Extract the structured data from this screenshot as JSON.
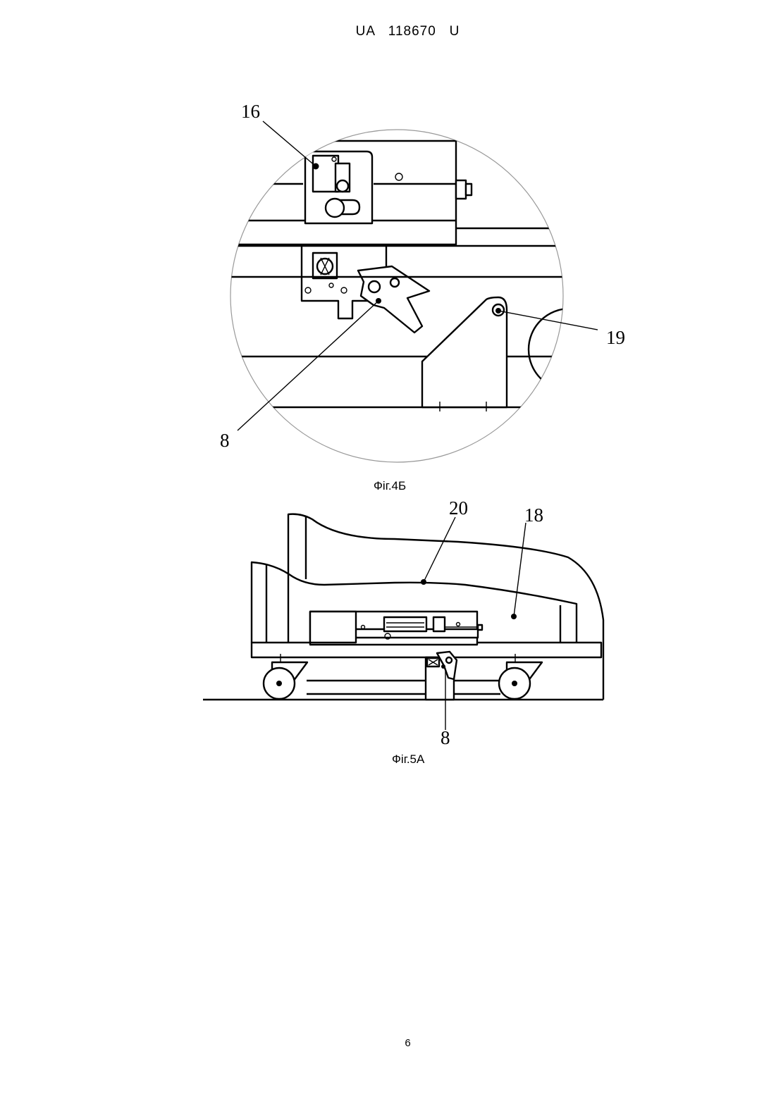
{
  "header": {
    "text": "UA   118670   U"
  },
  "figure_4b": {
    "caption": "Фіг.4Б",
    "labels": [
      "16",
      "8",
      "19"
    ]
  },
  "figure_5a": {
    "caption": "Фіг.5А",
    "labels": [
      "20",
      "18",
      "8"
    ]
  },
  "page_number": "6"
}
